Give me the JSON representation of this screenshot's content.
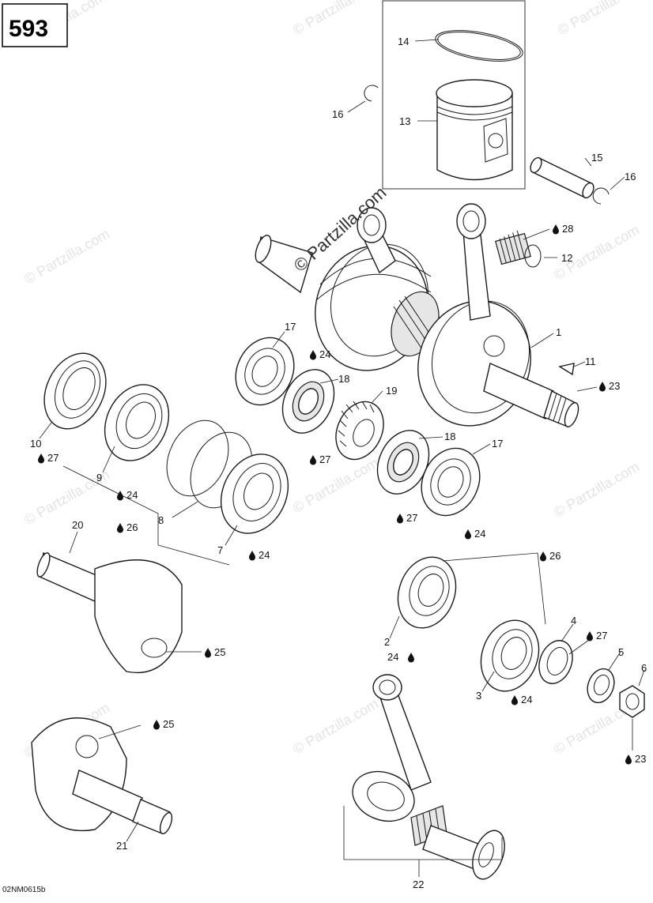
{
  "diagram": {
    "page_number": "593",
    "drawing_code": "02NM0615b",
    "watermark_text": "© Partzilla.com",
    "callouts": {
      "c1": "1",
      "c2": "2",
      "c3": "3",
      "c4": "4",
      "c5": "5",
      "c6": "6",
      "c7": "7",
      "c8": "8",
      "c9": "9",
      "c10": "10",
      "c11": "11",
      "c12": "12",
      "c13": "13",
      "c14": "14",
      "c15": "15",
      "c16a": "16",
      "c16b": "16",
      "c17a": "17",
      "c17b": "17",
      "c18a": "18",
      "c18b": "18",
      "c19": "19",
      "c20": "20",
      "c21": "21",
      "c22": "22",
      "c23a": "23",
      "c23b": "23",
      "c24a": "24",
      "c24b": "24",
      "c24c": "24",
      "c24d": "24",
      "c24e": "24",
      "c24f": "24",
      "c25a": "25",
      "c25b": "25",
      "c26a": "26",
      "c26b": "26",
      "c27a": "27",
      "c27b": "27",
      "c27c": "27",
      "c27d": "27",
      "c28": "28"
    },
    "lubricant_icon": "oil-drop-icon"
  }
}
